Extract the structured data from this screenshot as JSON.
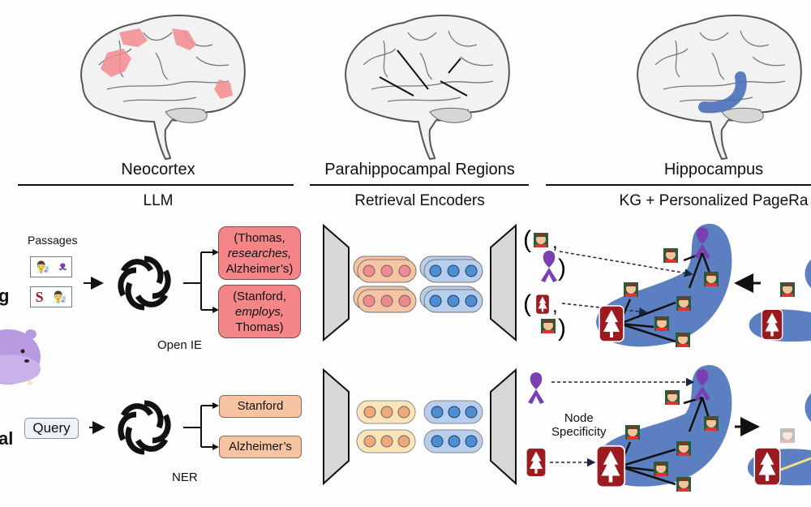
{
  "columns": [
    {
      "region": "Neocortex",
      "component": "LLM"
    },
    {
      "region": "Parahippocampal Regions",
      "component": "Retrieval Encoders"
    },
    {
      "region": "Hippocampus",
      "component": "KG + Personalized PageRa"
    }
  ],
  "row_labels": {
    "indexing": "g",
    "retrieval": "al"
  },
  "indexing": {
    "passages_label": "Passages",
    "process_label": "Open IE",
    "triples": [
      {
        "open": "(Thomas,",
        "relation": "researches,",
        "close": "Alzheimer’s)"
      },
      {
        "open": "(Stanford,",
        "relation": "employs,",
        "close": "Thomas)"
      }
    ]
  },
  "retrieval": {
    "query_label": "Query",
    "process_label": "NER",
    "entities": [
      "Stanford",
      "Alzheimer’s"
    ],
    "node_specificity_label": [
      "Node",
      "Specificity"
    ]
  },
  "icons": {
    "llm": "openai-logo-icon",
    "mascot": "hippo-mascot-icon",
    "person": "scientist-emoji-icon",
    "ribbon": "purple-ribbon-icon",
    "stanford": "stanford-logo-icon"
  },
  "colors": {
    "triple_fill": "#f4868a",
    "entity_fill": "#f6c4a3",
    "query_fill": "#eef1f6",
    "vector_pink": "#f08a8e",
    "vector_orange": "#f0a878",
    "vector_blue": "#4a8fd4",
    "kg_blob": "#5b7fc0",
    "hippocampus_highlight": "#4a6fb8",
    "neocortex_highlight": "#f28b8f",
    "ribbon": "#7a3fb0",
    "stanford": "#9b1c20"
  }
}
